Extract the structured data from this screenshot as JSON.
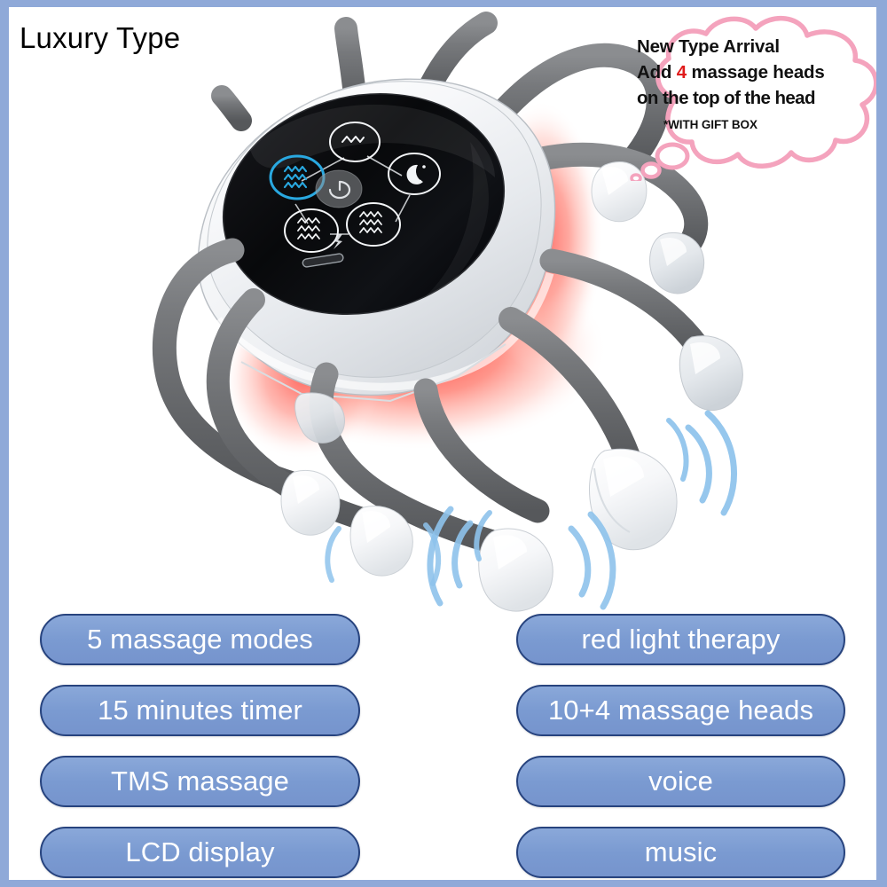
{
  "frame": {
    "border_color": "#8fa9d8",
    "background": "#ffffff"
  },
  "header": {
    "title": "Luxury Type"
  },
  "promo_bubble": {
    "line1": "New Type Arrival",
    "line2_prefix": "Add ",
    "line2_highlight": "4",
    "line2_suffix": " massage heads",
    "line3": "on the top of the head",
    "note": "*WITH GIFT BOX",
    "outline_color": "#f4a3bd",
    "highlight_color": "#e01b1b"
  },
  "product": {
    "name": "head massager",
    "body_color": "#f4f5f7",
    "arm_color": "#6e7072",
    "head_color": "#fbfcfd",
    "red_light_color": "#ff3b30",
    "vibration_wave_color": "#8ec3ec",
    "screen": {
      "type": "lcd-display",
      "background": "#0a0a0c",
      "active_icon_color": "#29a8e0",
      "idle_icon_color": "#f2f4f6",
      "power_button_color": "#8d9094",
      "modes": [
        {
          "id": "mode-wave-top",
          "icon": "wave-small-icon",
          "active": false
        },
        {
          "id": "mode-moon",
          "icon": "moon-sleep-icon",
          "active": false
        },
        {
          "id": "mode-wave-right",
          "icon": "wave-medium-icon",
          "active": false
        },
        {
          "id": "mode-wave-bottom",
          "icon": "wave-triple-icon",
          "active": false
        },
        {
          "id": "mode-wave-left",
          "icon": "wave-active-icon",
          "active": true
        }
      ],
      "power_icon": "power-button-icon",
      "bolt_icon": "lightning-bolt-icon",
      "indicator_icon": "dash-indicator-icon"
    }
  },
  "features": {
    "left_column": [
      {
        "label": "5 massage modes"
      },
      {
        "label": "15 minutes timer"
      },
      {
        "label": "TMS massage"
      },
      {
        "label": "LCD display"
      }
    ],
    "right_column": [
      {
        "label": "red light therapy"
      },
      {
        "label": "10+4 massage heads"
      },
      {
        "label": "voice"
      },
      {
        "label": "music"
      }
    ],
    "pill_fill": "#7d9dd2",
    "pill_border": "#27437e",
    "pill_text_color": "#ffffff"
  }
}
